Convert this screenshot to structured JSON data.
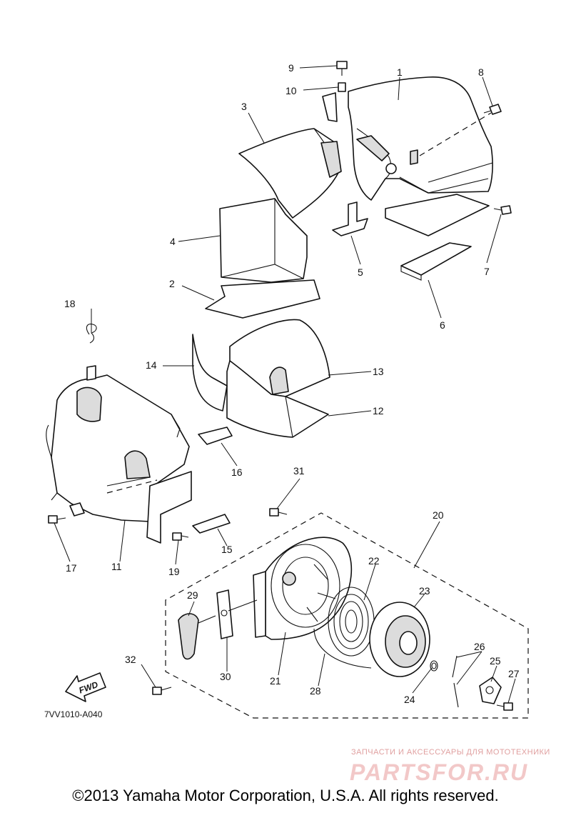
{
  "labels": {
    "p1": "1",
    "p2": "2",
    "p3": "3",
    "p4": "4",
    "p5": "5",
    "p6": "6",
    "p7": "7",
    "p8": "8",
    "p9": "9",
    "p10": "10",
    "p11": "11",
    "p12": "12",
    "p13": "13",
    "p14": "14",
    "p15": "15",
    "p16": "16",
    "p17": "17",
    "p18": "18",
    "p19": "19",
    "p20": "20",
    "p21": "21",
    "p22": "22",
    "p23": "23",
    "p24": "24",
    "p25": "25",
    "p26": "26",
    "p27": "27",
    "p28": "28",
    "p29": "29",
    "p30": "30",
    "p31": "31",
    "p32": "32"
  },
  "fwd_label": "FWD",
  "diagram_code": "7VV1010-A040",
  "watermark": {
    "tagline": "ЗАПЧАСТИ И АКСЕССУАРЫ ДЛЯ МОТОТЕХНИКИ",
    "logo": "PARTSFOR.RU"
  },
  "copyright": "©2013 Yamaha Motor Corporation, U.S.A. All rights reserved."
}
